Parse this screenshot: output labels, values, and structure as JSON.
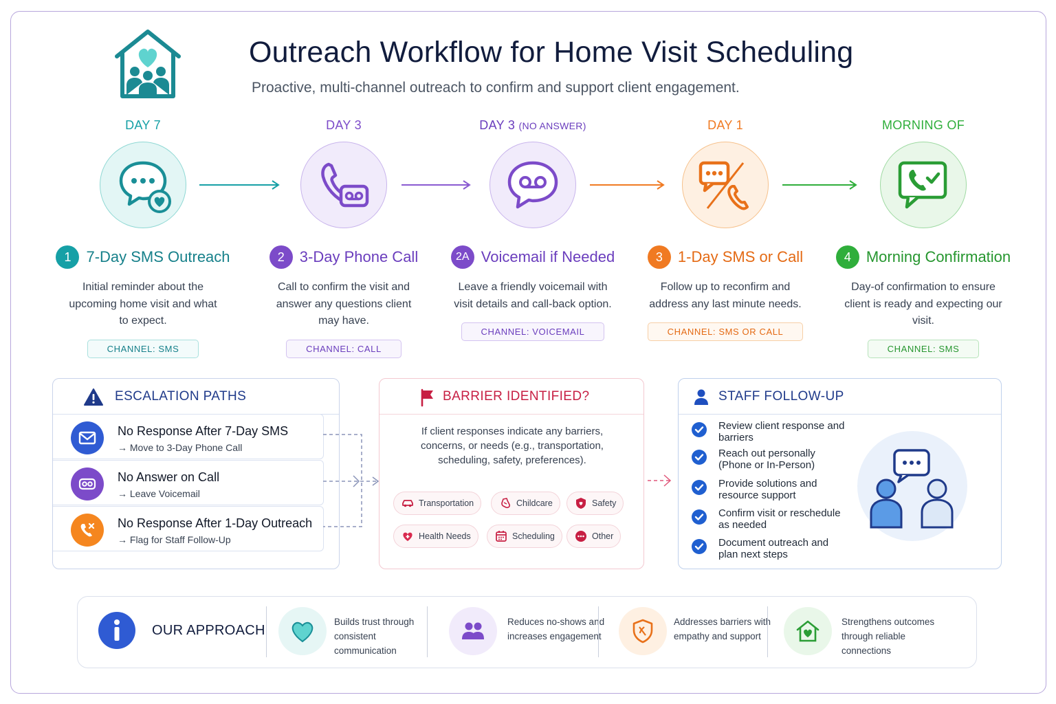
{
  "header": {
    "title": "Outreach Workflow for Home Visit Scheduling",
    "subtitle": "Proactive, multi-channel outreach to confirm and support client engagement.",
    "icon": "house-heart-family-icon"
  },
  "colors": {
    "teal": "#16a0a6",
    "purple": "#7c4bc9",
    "orange": "#f07a22",
    "green": "#2fae3b",
    "navy": "#1f3a8a",
    "red": "#c71f43"
  },
  "steps": [
    {
      "day": "DAY 7",
      "day_note": "",
      "number": "1",
      "title": "7-Day SMS Outreach",
      "description": "Initial reminder about the upcoming home visit and what to expect.",
      "channel": "CHANNEL: SMS",
      "icon": "chat-heart-icon"
    },
    {
      "day": "DAY 3",
      "day_note": "",
      "number": "2",
      "title": "3-Day Phone Call",
      "description": "Call to confirm the visit and answer any questions client may have.",
      "channel": "CHANNEL: CALL",
      "icon": "phone-voicemail-icon"
    },
    {
      "day": "DAY 3",
      "day_note": "(NO ANSWER)",
      "number": "2A",
      "title": "Voicemail if Needed",
      "description": "Leave a friendly voicemail with visit details and call-back option.",
      "channel": "CHANNEL: VOICEMAIL",
      "icon": "voicemail-bubble-icon"
    },
    {
      "day": "DAY 1",
      "day_note": "",
      "number": "3",
      "title": "1-Day SMS or Call",
      "description": "Follow up to reconfirm and address any last minute needs.",
      "channel": "CHANNEL: SMS OR CALL",
      "icon": "chat-or-phone-icon"
    },
    {
      "day": "MORNING OF",
      "day_note": "",
      "number": "4",
      "title": "Morning Confirmation",
      "description": "Day-of confirmation to ensure client is ready and expecting our visit.",
      "channel": "CHANNEL: SMS",
      "icon": "phone-check-icon"
    }
  ],
  "escalation": {
    "title": "ESCALATION PATHS",
    "items": [
      {
        "title": "No Response After 7-Day SMS",
        "action": "→ Move to 3-Day Phone Call",
        "icon": "envelope-icon"
      },
      {
        "title": "No Answer on Call",
        "action": "→ Leave Voicemail",
        "icon": "voicemail-icon"
      },
      {
        "title": "No Response After 1-Day Outreach",
        "action": "→ Flag for Staff Follow-Up",
        "icon": "missed-call-icon"
      }
    ]
  },
  "barrier": {
    "title": "BARRIER IDENTIFIED?",
    "text": "If client responses indicate any barriers, concerns, or needs (e.g., transportation, scheduling, safety, preferences).",
    "chips": [
      {
        "label": "Transportation",
        "icon": "car-icon"
      },
      {
        "label": "Childcare",
        "icon": "baby-bottle-icon"
      },
      {
        "label": "Safety",
        "icon": "shield-icon"
      },
      {
        "label": "Health Needs",
        "icon": "health-heart-icon"
      },
      {
        "label": "Scheduling",
        "icon": "calendar-icon"
      },
      {
        "label": "Other",
        "icon": "more-icon"
      }
    ]
  },
  "staff": {
    "title": "STAFF FOLLOW-UP",
    "items": [
      "Review client response and barriers",
      "Reach out personally (Phone or In-Person)",
      "Provide solutions and resource support",
      "Confirm visit or reschedule as needed",
      "Document outreach and plan next steps"
    ]
  },
  "approach": {
    "label": "OUR APPROACH",
    "items": [
      {
        "text": "Builds trust through consistent communication",
        "icon": "heart-icon"
      },
      {
        "text": "Reduces no-shows and increases engagement",
        "icon": "people-icon"
      },
      {
        "text": "Addresses barriers with empathy and support",
        "icon": "shield-heart-icon"
      },
      {
        "text": "Strengthens outcomes through reliable connections",
        "icon": "home-heart-icon"
      }
    ]
  }
}
